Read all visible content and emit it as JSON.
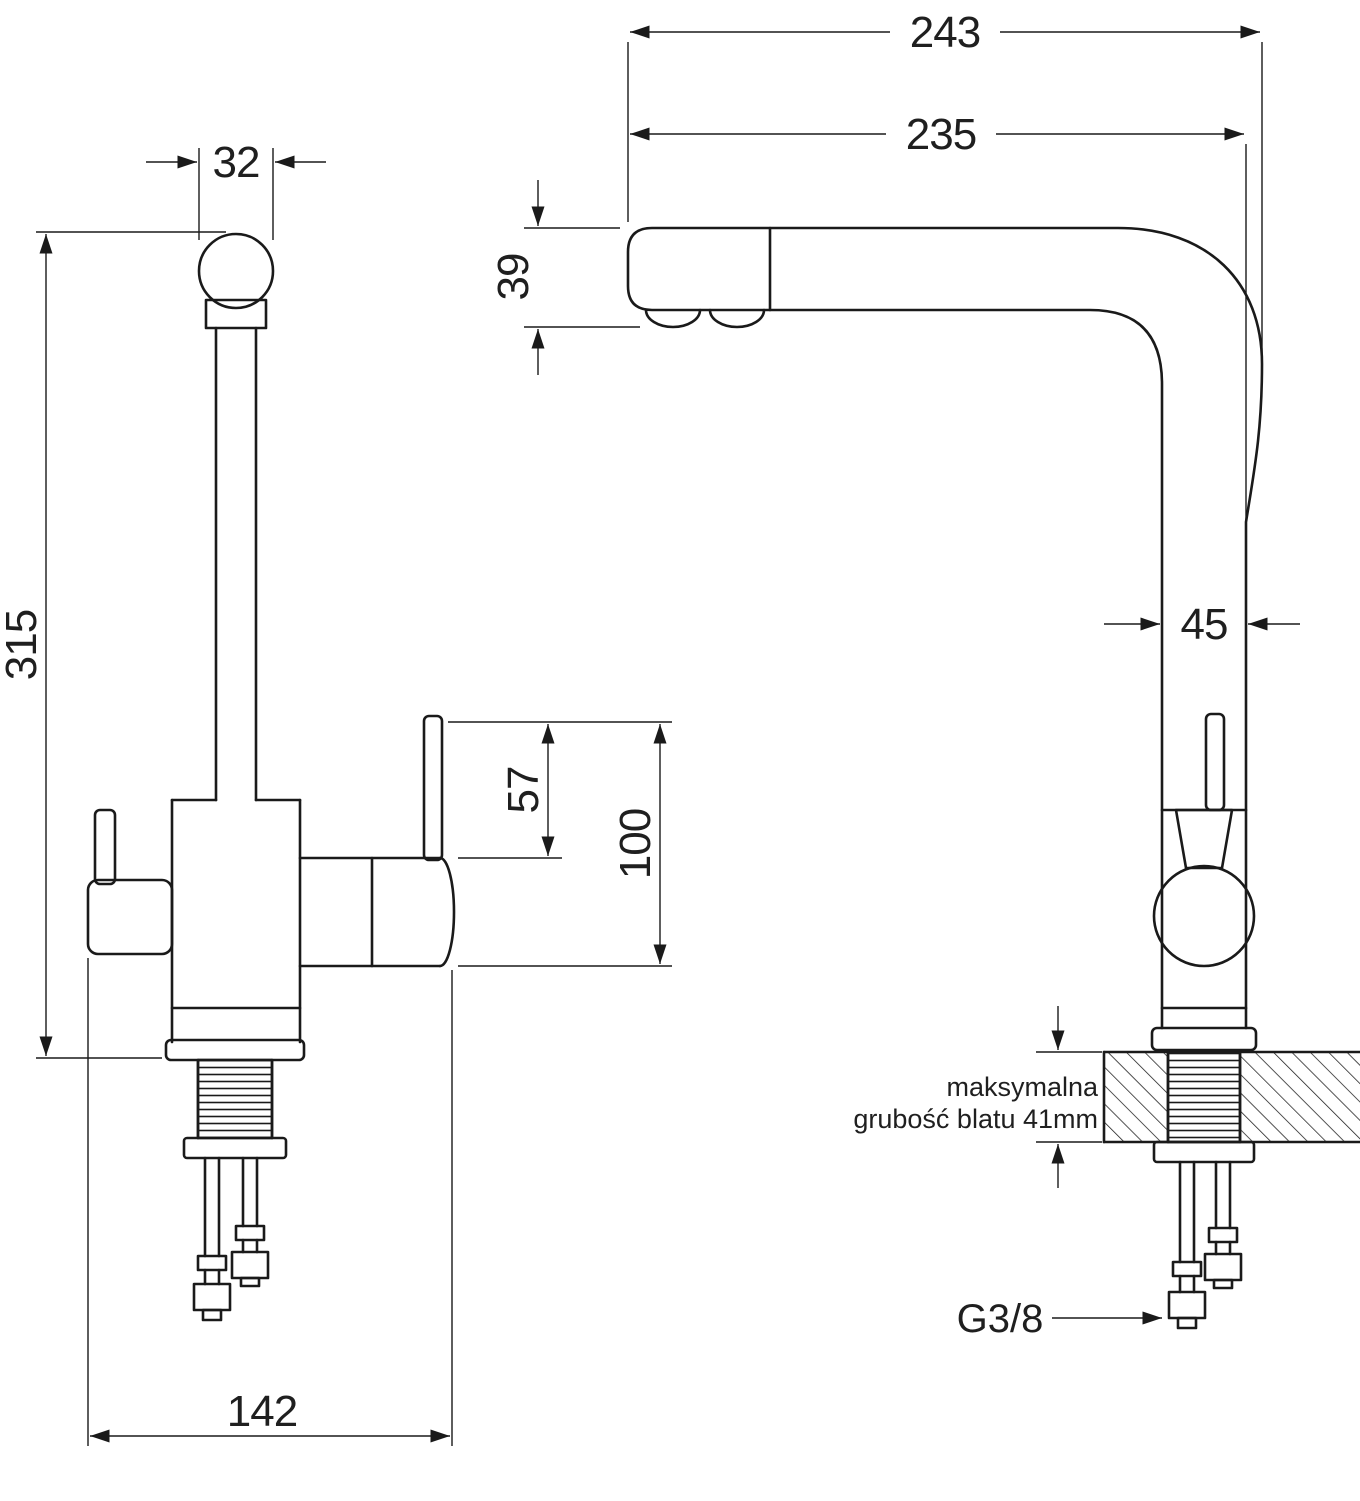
{
  "dims": {
    "overall_width": "243",
    "spout_reach": "235",
    "spout_height": "39",
    "head_width": "32",
    "total_height": "315",
    "body_width": "45",
    "lever_height": "57",
    "handle_assembly_height": "100",
    "base_span": "142"
  },
  "labels": {
    "thread_size": "G3/8",
    "counter_note_line1": "maksymalna",
    "counter_note_line2": "grubość blatu 41mm"
  },
  "colors": {
    "line": "#1a1a1a",
    "text": "#1f1f1f",
    "background": "#ffffff"
  }
}
